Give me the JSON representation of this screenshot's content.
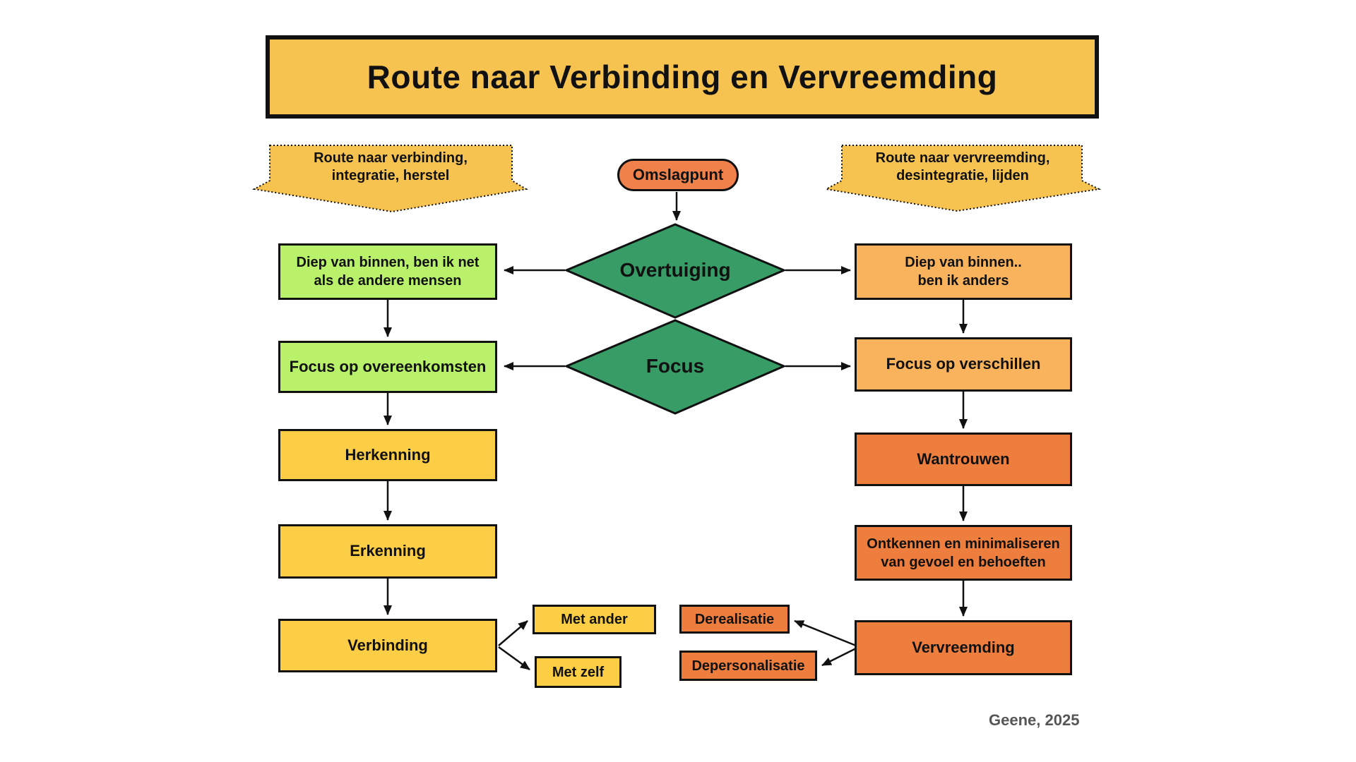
{
  "title": "Route naar Verbinding en Vervreemding",
  "banners": {
    "left": "Route naar verbinding,\nintegratie, herstel",
    "right": "Route naar vervreemding,\ndesintegratie, lijden"
  },
  "center": {
    "omslagpunt": "Omslagpunt",
    "diamond_overtuiging": "Overtuiging",
    "diamond_focus": "Focus"
  },
  "left_route": {
    "box1": "Diep van binnen, ben ik net\nals de andere mensen",
    "box2": "Focus op overeenkomsten",
    "box3": "Herkenning",
    "box4": "Erkenning",
    "box5": "Verbinding",
    "sub1": "Met ander",
    "sub2": "Met zelf"
  },
  "right_route": {
    "box1": "Diep van binnen..\nben ik anders",
    "box2": "Focus op verschillen",
    "box3": "Wantrouwen",
    "box4": "Ontkennen en minimaliseren\nvan gevoel en behoeften",
    "box5": "Vervreemding",
    "sub1": "Derealisatie",
    "sub2": "Depersonalisatie"
  },
  "footer": "Geene, 2025",
  "palette": {
    "banner_yellow": "#F6C351",
    "box_yellow": "#FBCE45",
    "box_light_green": "#B9F26A",
    "diamond_green": "#379C65",
    "box_light_orange": "#F8B35C",
    "box_dark_orange": "#EE7E3E",
    "pill_orange": "#F0814B",
    "outline": "#111111",
    "background": "#FFFFFF",
    "footer_gray": "#565656"
  },
  "icons": {
    "arrow": "black-arrow-connector",
    "banner_shape": "dotted-down-pennant"
  }
}
